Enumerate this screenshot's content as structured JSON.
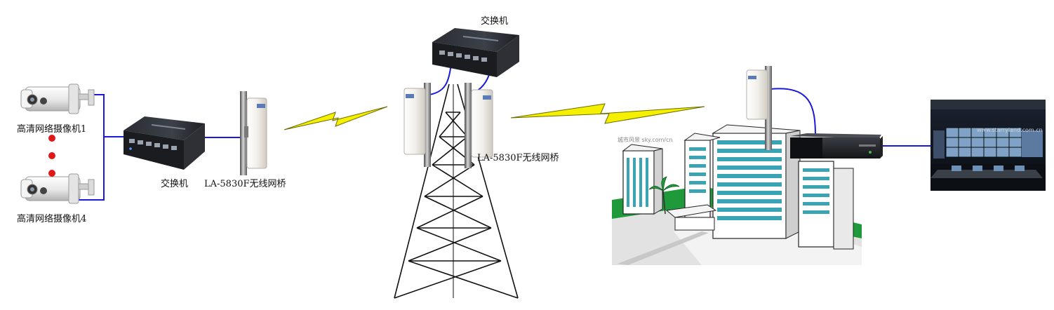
{
  "labels": {
    "camera_1": "高清网络摄像机1",
    "camera_4": "高清网络摄像机4",
    "switch_left": "交换机",
    "bridge_left": "LA-5830F无线网桥",
    "switch_top": "交换机",
    "bridge_tower": "LA-5830F无线网桥"
  },
  "captions": {
    "cityscape": "城市风景 sky.com/cn",
    "control_room": "www.starryland.com.cn"
  },
  "colors": {
    "link_line": "#1a1ad8",
    "lightning": "#f5f000",
    "lightning_outline": "#6a6a00",
    "indicator_dot": "#e01818",
    "grass": "#1f9a3a",
    "window_glass": "#3ba4b4"
  },
  "icons": [
    "ip-camera-icon",
    "network-switch-icon",
    "wireless-bridge-icon",
    "lattice-tower-icon",
    "lightning-link-icon",
    "city-buildings-icon",
    "nvr-recorder-icon",
    "control-room-icon"
  ]
}
